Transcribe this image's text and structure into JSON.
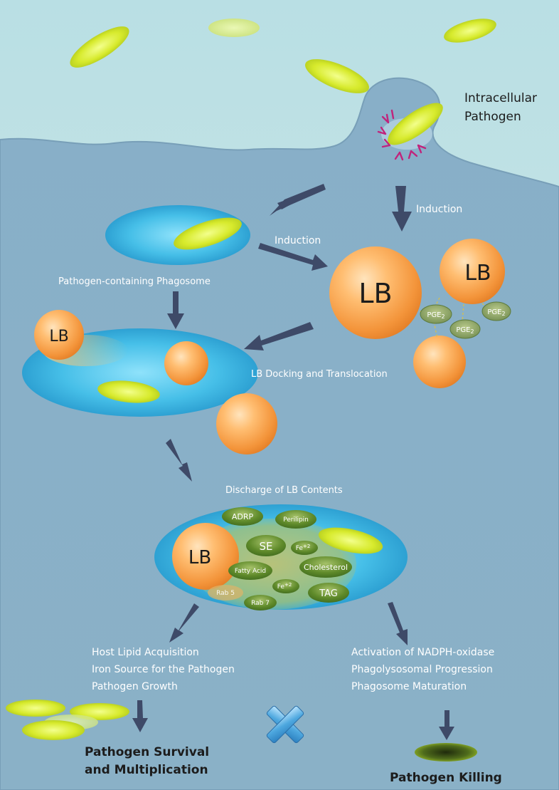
{
  "labels": {
    "intracellular_line1": "Intracellular",
    "intracellular_line2": "Pathogen",
    "induction_top": "Induction",
    "induction_mid": "Induction",
    "phagosome": "Pathogen-containing Phagosome",
    "lb_docking": "LB Docking and Translocation",
    "discharge": "Discharge of LB Contents",
    "host_lipid": "Host Lipid Acquisition",
    "iron_source": "Iron Source for the Pathogen",
    "pathogen_growth": "Pathogen Growth",
    "nadph": "Activation of NADPH-oxidase",
    "phagolysosomal": "Phagolysosomal Progression",
    "maturation": "Phagosome Maturation",
    "survival_line1": "Pathogen Survival",
    "survival_line2": "and Multiplication",
    "killing": "Pathogen Killing"
  },
  "lipid_bodies": {
    "lb_large": "LB",
    "lb_right": "LB",
    "lb_docking": "LB",
    "lb_discharge": "LB"
  },
  "pge2": {
    "a": "PGE",
    "a_sub": "2",
    "b": "PGE",
    "b_sub": "2",
    "c": "PGE",
    "c_sub": "2"
  },
  "contents": {
    "adrp": "ADRP",
    "perilipin": "Perilipin",
    "se": "SE",
    "fe1": "Fe",
    "fe1_sup": "+2",
    "fatty_acid": "Fatty Acid",
    "cholesterol": "Cholesterol",
    "fe2": "Fe",
    "fe2_sup": "+2",
    "tag": "TAG",
    "rab5": "Rab 5",
    "rab7": "Rab 7"
  },
  "colors": {
    "extracellular": "#c6e3e6",
    "cytoplasm": "#8db4cc",
    "membrane_edge": "#6f98b3",
    "phagosome": "#3bb0de",
    "lipid_body": "#f6a54c",
    "pathogen": "#cfe02a",
    "arrow": "#3e4a68",
    "receptor": "#c0247c",
    "label_text": "#ffffff",
    "dark_text": "#1c1c1c"
  },
  "icons": {
    "block_marker": "x-mark-icon"
  }
}
